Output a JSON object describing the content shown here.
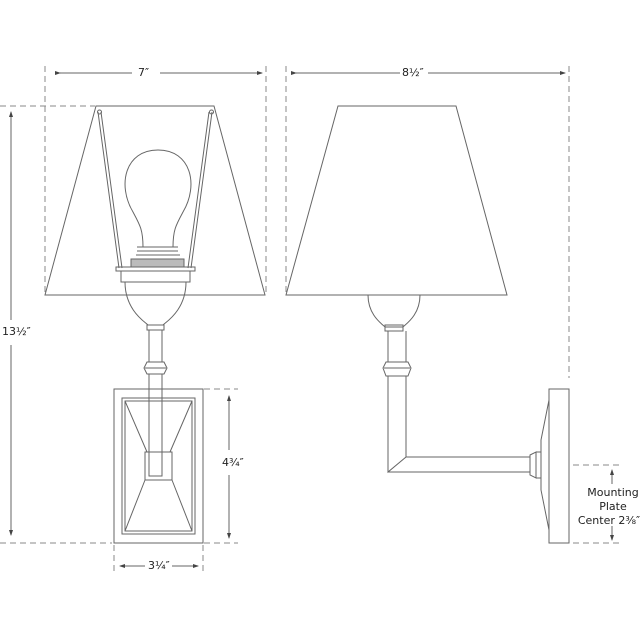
{
  "drawing": {
    "subject": "wall sconce dimension drawing",
    "views": [
      "front",
      "side"
    ],
    "stroke_color": "#555555",
    "dash_color": "#777777"
  },
  "dimensions": {
    "front_width": "7″",
    "side_width": "8½″",
    "overall_height": "13½″",
    "backplate_height": "4¾″",
    "backplate_width": "3¼″",
    "mounting_line1": "Mounting",
    "mounting_line2": "Plate",
    "mounting_line3": "Center 2⅜″"
  }
}
